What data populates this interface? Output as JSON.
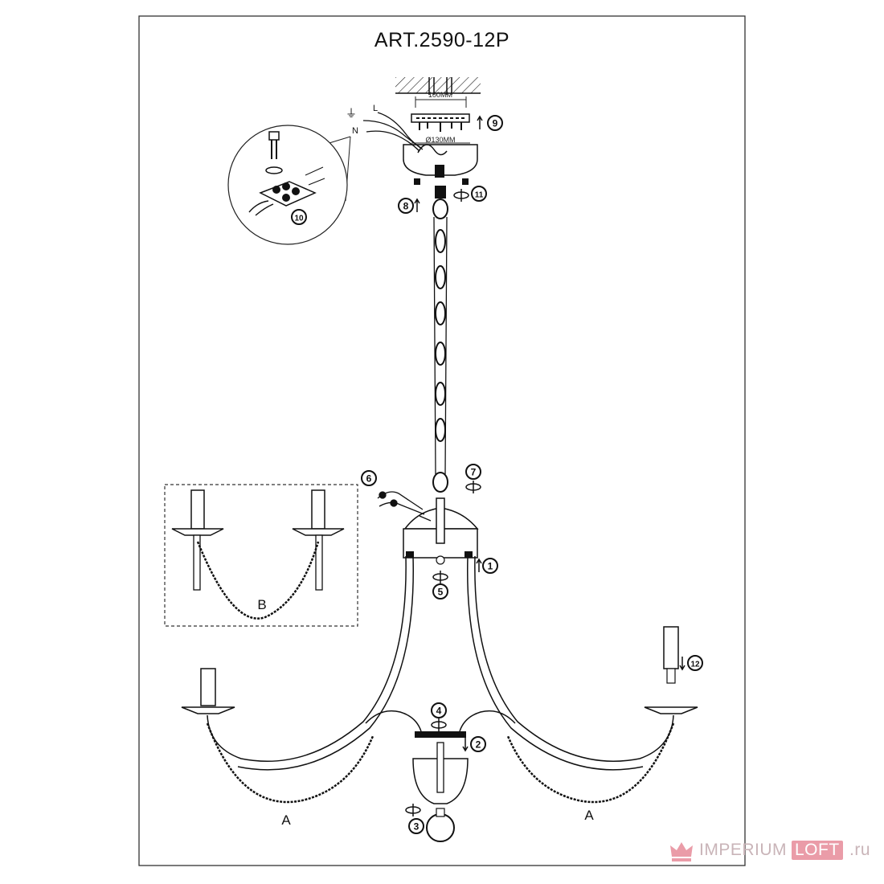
{
  "title": "ART.2590-12P",
  "wiring": {
    "ground_symbol": "⏚",
    "live": "L",
    "neutral": "N"
  },
  "dimensions": {
    "plate_width": "100MM",
    "canopy_diameter": "Ø130MM"
  },
  "steps": [
    "1",
    "2",
    "3",
    "4",
    "5",
    "6",
    "7",
    "8",
    "9",
    "10",
    "11",
    "12"
  ],
  "arm_labels": {
    "arm_left": "A",
    "arm_right": "A",
    "inset": "B"
  },
  "watermark": {
    "part1": "IMPERIUM",
    "part2": "LOFT",
    "part3": ".ru"
  }
}
